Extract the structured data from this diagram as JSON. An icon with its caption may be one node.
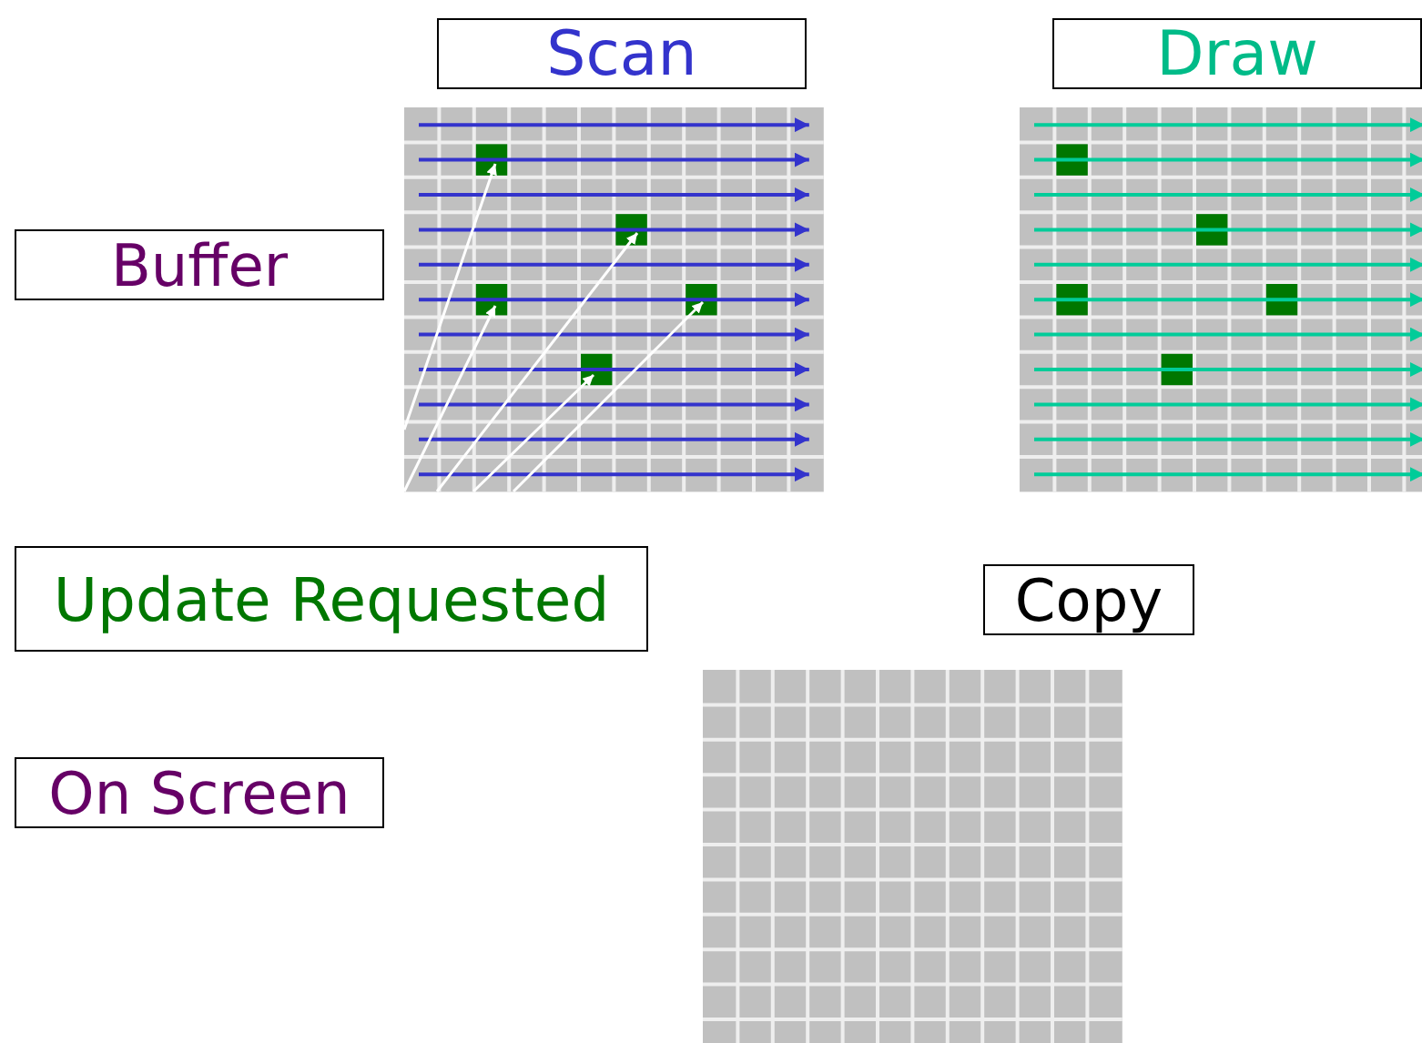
{
  "diagram": {
    "nodes": [
      {
        "text": [
          "Scan"
        ]
      },
      {
        "text": [
          "Draw"
        ]
      },
      {
        "text": [
          "Buffer"
        ]
      },
      {
        "text": [
          "Update Requested"
        ]
      },
      {
        "text": [
          "Copy"
        ]
      },
      {
        "text": [
          "On Screen"
        ]
      }
    ]
  }
}
